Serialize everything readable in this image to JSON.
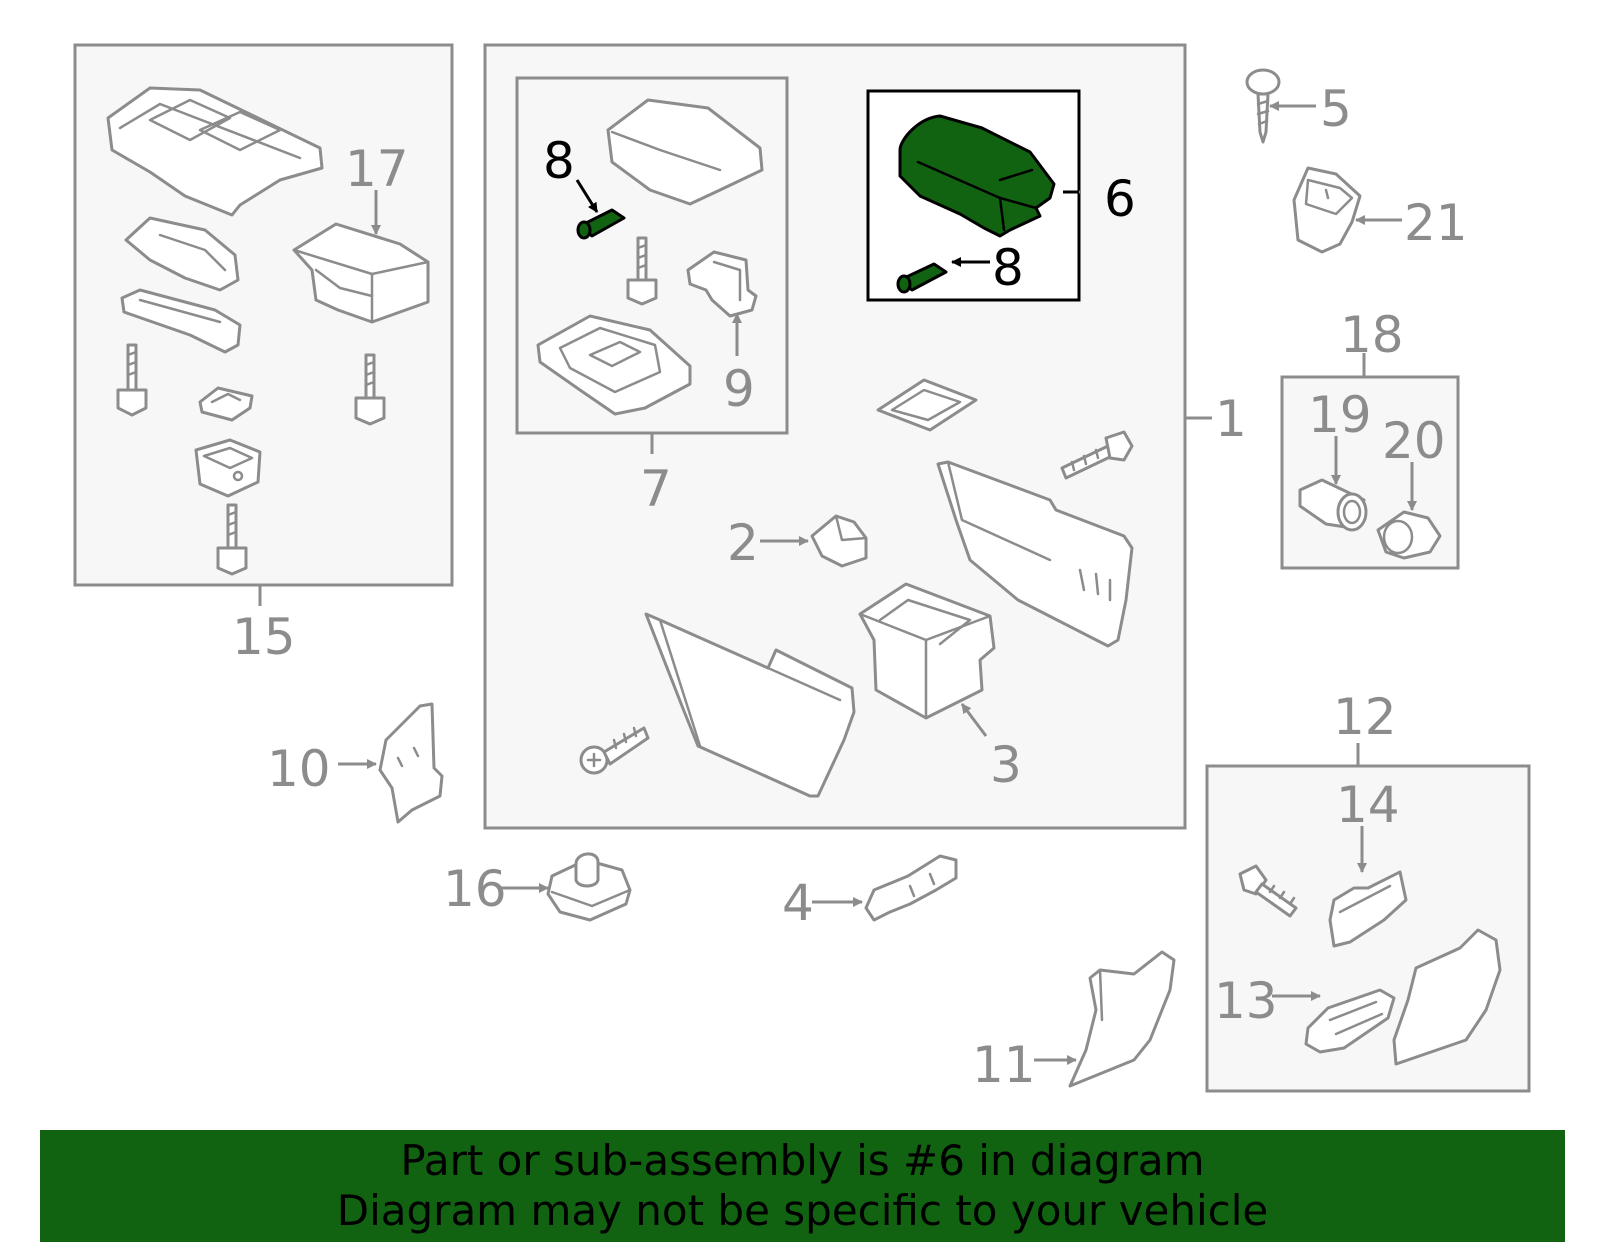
{
  "diagram": {
    "highlighted_part": "6",
    "highlight_color": "#116211",
    "callouts": {
      "c1": "1",
      "c2": "2",
      "c3": "3",
      "c4": "4",
      "c5": "5",
      "c6": "6",
      "c7": "7",
      "c8a": "8",
      "c8b": "8",
      "c9": "9",
      "c10": "10",
      "c11": "11",
      "c12": "12",
      "c13": "13",
      "c14": "14",
      "c15": "15",
      "c16": "16",
      "c17": "17",
      "c18": "18",
      "c19": "19",
      "c20": "20",
      "c21": "21"
    }
  },
  "banner": {
    "line1": "Part or sub-assembly is #6 in diagram",
    "line2": "Diagram may not be specific to your vehicle",
    "background": "#116211"
  }
}
